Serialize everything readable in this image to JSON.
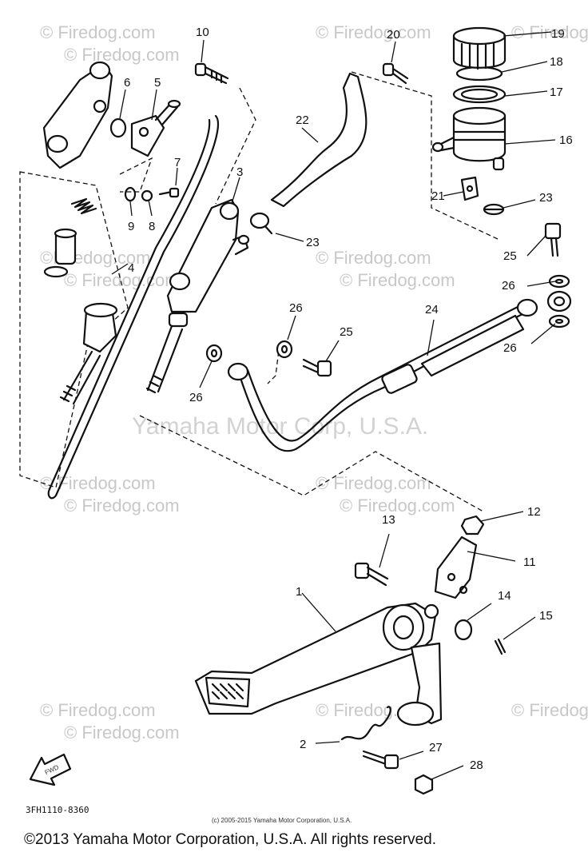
{
  "watermarks": {
    "site": "© Firedog.com",
    "site_alt": "©Firedog.com",
    "center": "Yamaha Motor Corp, U.S.A."
  },
  "diagram_code": "3FH1110-8360",
  "fwd_label": "FWD",
  "small_copyright": "(c) 2005-2015 Yamaha Motor Corporation, U.S.A.",
  "footer": "©2013 Yamaha Motor Corporation, U.S.A. All rights reserved.",
  "callouts": [
    "1",
    "2",
    "3",
    "4",
    "5",
    "6",
    "7",
    "8",
    "9",
    "10",
    "11",
    "12",
    "13",
    "14",
    "15",
    "16",
    "17",
    "18",
    "19",
    "20",
    "21",
    "22",
    "23",
    "23",
    "24",
    "25",
    "25",
    "26",
    "26",
    "26",
    "26",
    "27",
    "28"
  ]
}
